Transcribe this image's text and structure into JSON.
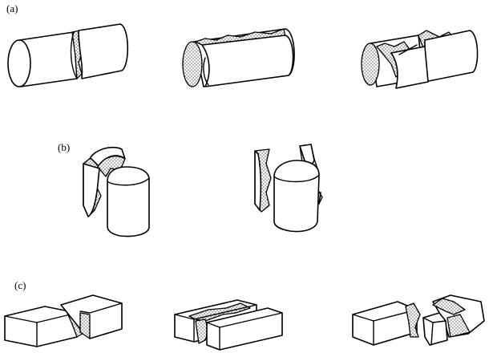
{
  "labels": {
    "a": "(a)",
    "b": "(b)",
    "c": "(c)"
  },
  "colors": {
    "ink": "#000000",
    "background": "#ffffff",
    "fracture_fill": "dotted"
  }
}
